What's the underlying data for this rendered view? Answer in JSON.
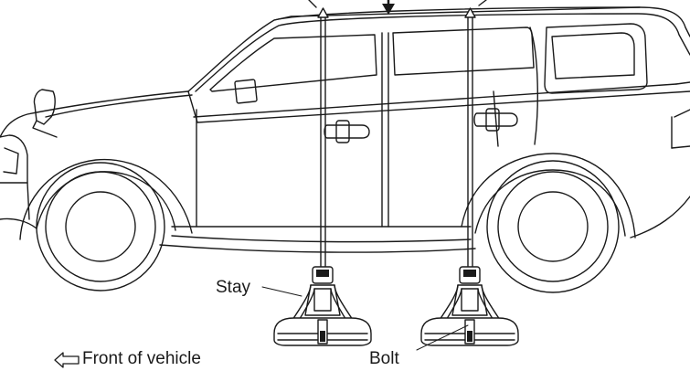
{
  "labels": {
    "stay": "Stay",
    "bolt": "Bolt",
    "front_of_vehicle": "Front of vehicle"
  },
  "icons": {
    "direction_arrow": "left-arrow-outline-icon",
    "load_arrow": "down-arrow-icon",
    "lift_point_marker": "triangle-icon"
  },
  "colors": {
    "line": "#1a1a1a",
    "background": "#ffffff"
  }
}
